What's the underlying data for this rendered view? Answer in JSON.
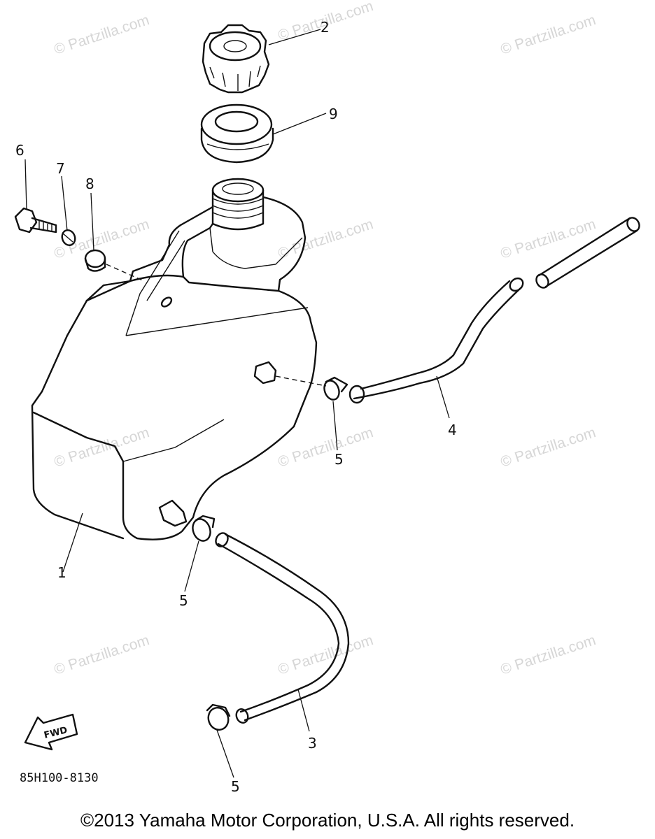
{
  "callouts": [
    "1",
    "2",
    "3",
    "4",
    "5",
    "6",
    "7",
    "8",
    "9"
  ],
  "watermark": "© Partzilla.com",
  "diagram_code": "85H100-8130",
  "fwd_label": "FWD",
  "copyright": "©2013 Yamaha Motor Corporation, U.S.A. All rights reserved."
}
